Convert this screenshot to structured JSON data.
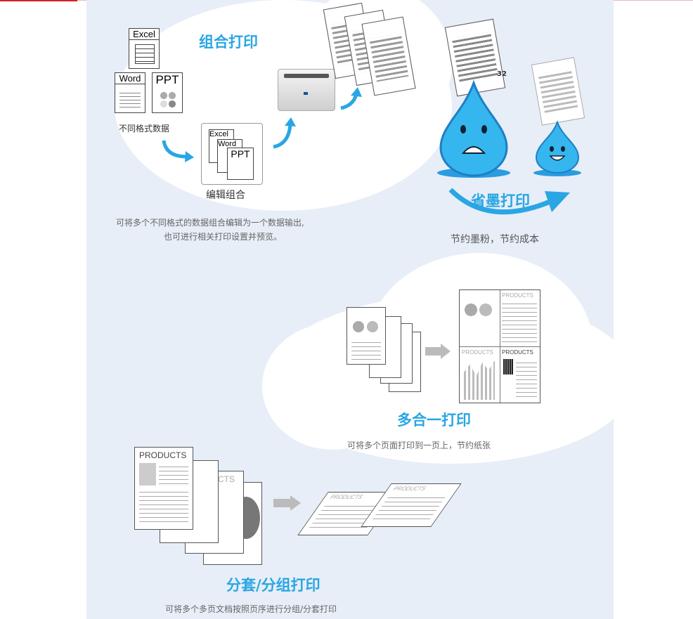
{
  "sections": {
    "combine": {
      "title": "组合打印",
      "source_label": "不同格式数据",
      "edit_label": "编辑组合",
      "desc_line1": "可将多个不同格式的数据组合编辑为一个数据输出,",
      "desc_line2": "也可进行相关打印设置并预览。",
      "doc_labels": {
        "excel": "Excel",
        "word": "Word",
        "ppt": "PPT"
      }
    },
    "ink_saving": {
      "title": "省墨打印",
      "desc": "节约墨粉，节约成本",
      "sheet_page_number": "32"
    },
    "n_up": {
      "title": "多合一打印",
      "desc": "可将多个页面打印到一页上，节约纸张",
      "page_heading": "PRODUCTS",
      "page_heading_partial": "TS"
    },
    "collate": {
      "title": "分套/分组打印",
      "desc": "可将多个多页文档按照页序进行分组/分套打印",
      "page_heading": "PRODUCTS",
      "page_heading_partial": "CTS"
    }
  },
  "colors": {
    "accent": "#29a6e3",
    "panel_bg": "#e7eef7",
    "brand_red": "#d71f26"
  }
}
